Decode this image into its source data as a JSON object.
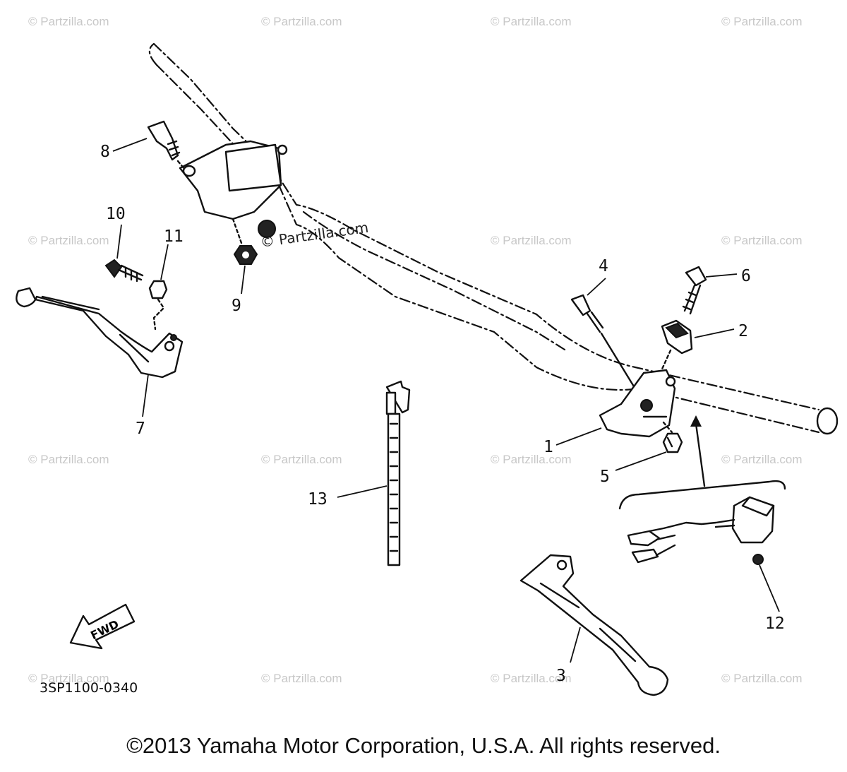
{
  "diagram": {
    "diagram_code": "3SP1100-0340",
    "fwd_label": "FWD",
    "copyright": "©2013 Yamaha Motor Corporation, U.S.A. All rights reserved.",
    "watermark": "© Partzilla.com",
    "callouts": [
      "1",
      "2",
      "3",
      "4",
      "5",
      "6",
      "7",
      "8",
      "9",
      "10",
      "11",
      "12",
      "13"
    ]
  }
}
